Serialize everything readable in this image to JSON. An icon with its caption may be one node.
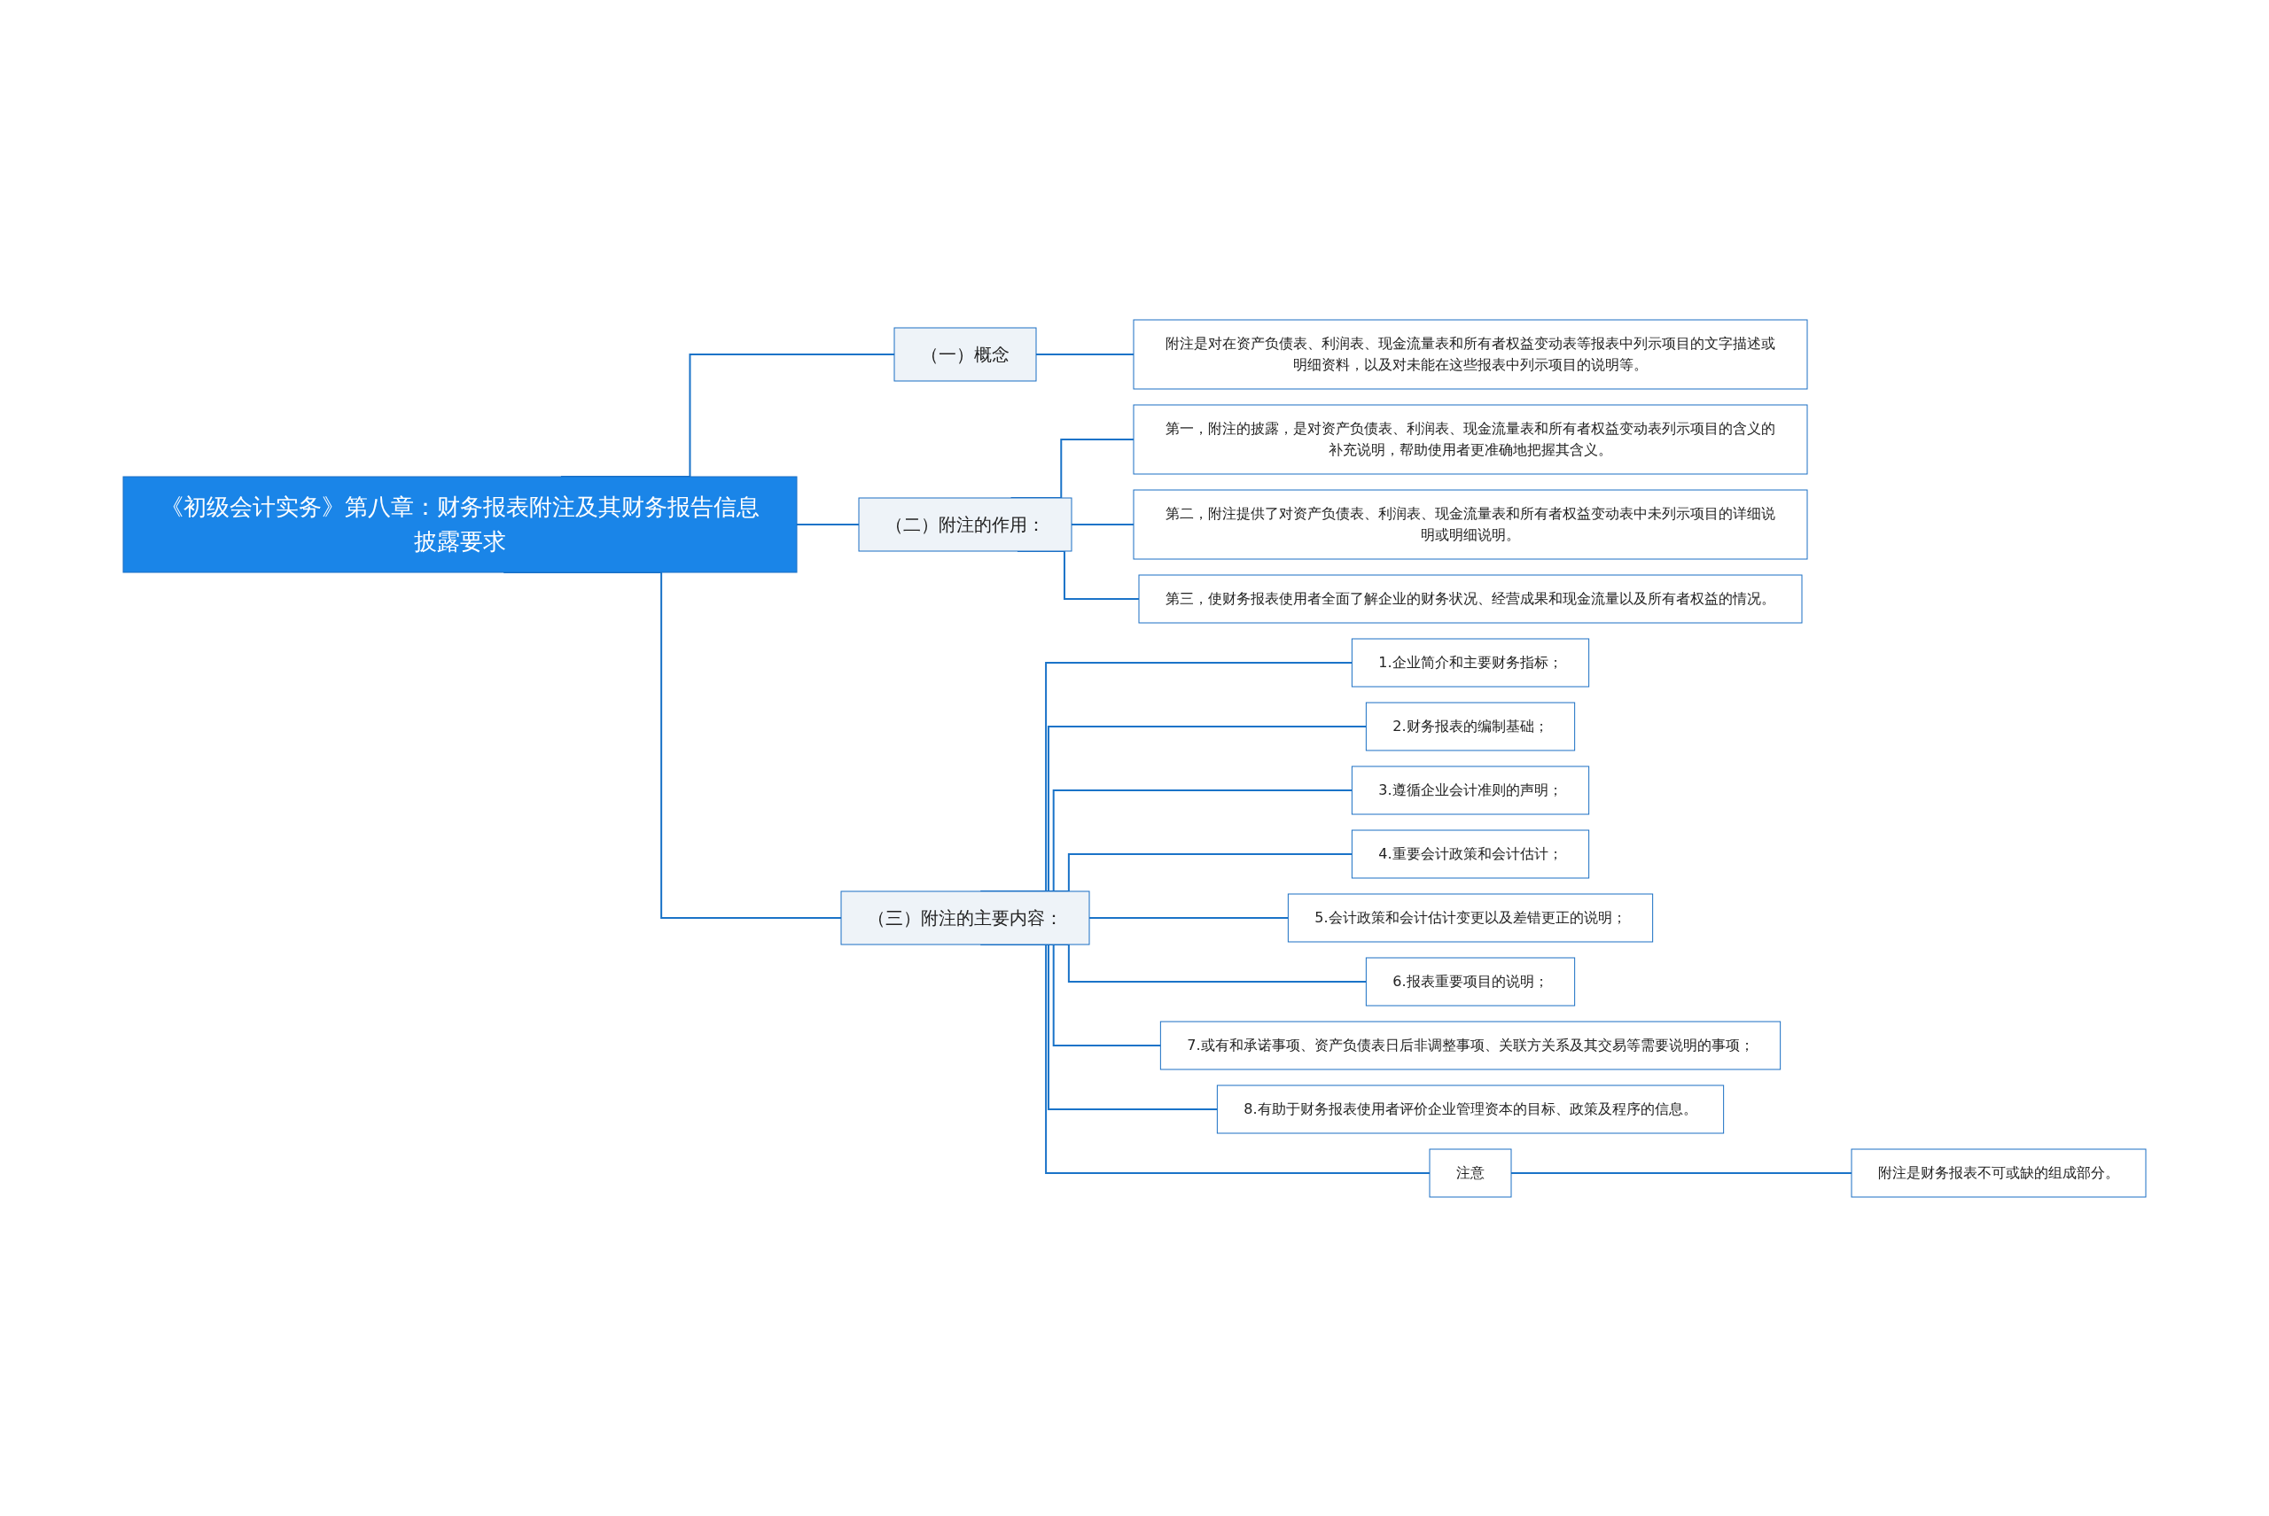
{
  "diagram": {
    "nodes": [
      {
        "text": [
          "《初级会计实务》第八章：财务报表附注及其财务报告信息披露要求"
        ]
      },
      {
        "text": [
          "（一）概念"
        ]
      },
      {
        "text": [
          "附注是对在资产负债表、利润表、现金流量表和所有者权益变动表等报表中列示项目的文字描述或明细资料，以及对未能在这些报表中列示项目的说明等。"
        ]
      },
      {
        "text": [
          "（二）附注的作用："
        ]
      },
      {
        "text": [
          "第一，附注的披露，是对资产负债表、利润表、现金流量表和所有者权益变动表列示项目的含义的补充说明，帮助使用者更准确地把握其含义。"
        ]
      },
      {
        "text": [
          "第二，附注提供了对资产负债表、利润表、现金流量表和所有者权益变动表中未列示项目的详细说明或明细说明。"
        ]
      },
      {
        "text": [
          "第三，使财务报表使用者全面了解企业的财务状况、经营成果和现金流量以及所有者权益的情况。"
        ]
      },
      {
        "text": [
          "（三）附注的主要内容："
        ]
      },
      {
        "text": [
          "1.企业简介和主要财务指标；"
        ]
      },
      {
        "text": [
          "2.财务报表的编制基础；"
        ]
      },
      {
        "text": [
          "3.遵循企业会计准则的声明；"
        ]
      },
      {
        "text": [
          "4.重要会计政策和会计估计；"
        ]
      },
      {
        "text": [
          "5.会计政策和会计估计变更以及差错更正的说明；"
        ]
      },
      {
        "text": [
          "6.报表重要项目的说明；"
        ]
      },
      {
        "text": [
          "7.或有和承诺事项、资产负债表日后非调整事项、关联方关系及其交易等需要说明的事项；"
        ]
      },
      {
        "text": [
          "8.有助于财务报表使用者评价企业管理资本的目标、政策及程序的信息。"
        ]
      },
      {
        "text": [
          "注意"
        ]
      },
      {
        "text": [
          "附注是财务报表不可或缺的组成部分。"
        ]
      }
    ],
    "edges": [
      {
        "from": 0,
        "to": 1,
        "arrow": "none"
      },
      {
        "from": 1,
        "to": 2,
        "arrow": "none"
      },
      {
        "from": 0,
        "to": 3,
        "arrow": "none"
      },
      {
        "from": 3,
        "to": 4,
        "arrow": "none"
      },
      {
        "from": 3,
        "to": 5,
        "arrow": "none"
      },
      {
        "from": 3,
        "to": 6,
        "arrow": "none"
      },
      {
        "from": 0,
        "to": 7,
        "arrow": "none"
      },
      {
        "from": 7,
        "to": 8,
        "arrow": "none"
      },
      {
        "from": 7,
        "to": 9,
        "arrow": "none"
      },
      {
        "from": 7,
        "to": 10,
        "arrow": "none"
      },
      {
        "from": 7,
        "to": 11,
        "arrow": "none"
      },
      {
        "from": 7,
        "to": 12,
        "arrow": "none"
      },
      {
        "from": 7,
        "to": 13,
        "arrow": "none"
      },
      {
        "from": 7,
        "to": 14,
        "arrow": "none"
      },
      {
        "from": 7,
        "to": 15,
        "arrow": "none"
      },
      {
        "from": 7,
        "to": 16,
        "arrow": "none"
      },
      {
        "from": 16,
        "to": 17,
        "arrow": "none"
      }
    ]
  }
}
